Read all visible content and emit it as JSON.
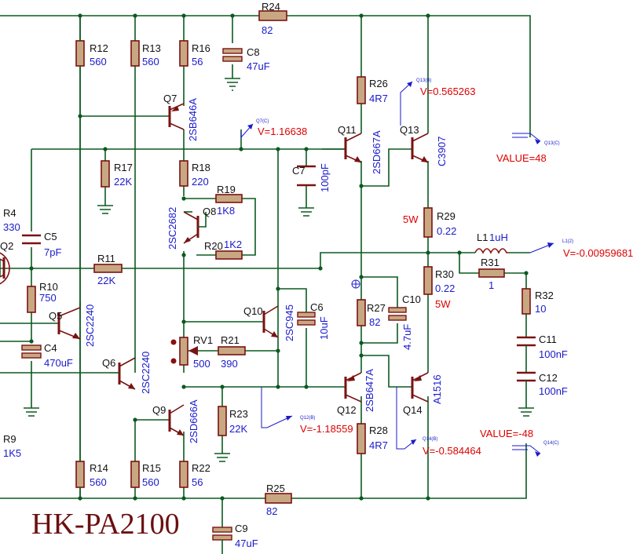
{
  "title": "HK-PA2100",
  "labels": {
    "r24": "R24",
    "r24_val": "82",
    "r12": "R12",
    "r12_val": "560",
    "r13": "R13",
    "r13_val": "560",
    "r16": "R16",
    "r16_val": "56",
    "c8": "C8",
    "c8_val": "47uF",
    "q7": "Q7",
    "q7_part": "2SB646A",
    "r26": "R26",
    "r26_val": "4R7",
    "r17": "R17",
    "r17_val": "22K",
    "r18": "R18",
    "r18_val": "220",
    "r19": "R19",
    "r19_val": "1K8",
    "q8": "Q8",
    "q8_part": "2SC2682",
    "r20": "R20",
    "r20_val": "1K2",
    "c7": "C7",
    "c7_val": "100pF",
    "q11": "Q11",
    "q11_part": "2SD667A",
    "q13": "Q13",
    "q13_part": "C3907",
    "r29": "R29",
    "r29_val": "0.22",
    "r29_power": "5W",
    "r4": "R4",
    "r4_val": "330",
    "c5": "C5",
    "c5_val": "7pF",
    "q2": "Q2",
    "r11": "R11",
    "r11_val": "22K",
    "l1": "L1",
    "l1_val": "1uH",
    "r31": "R31",
    "r31_val": "1",
    "r30": "R30",
    "r30_val": "0.22",
    "r30_power": "5W",
    "r32": "R32",
    "r32_val": "10",
    "r10": "R10",
    "r10_val": "750",
    "q5": "Q5",
    "q5_part": "2SC2240",
    "q10": "Q10",
    "q10_part": "2SC945",
    "c6": "C6",
    "c6_val": "10uF",
    "r27": "R27",
    "r27_val": "82",
    "c10": "C10",
    "c10_val": "4.7uF",
    "c4": "C4",
    "c4_val": "470uF",
    "rv1": "RV1",
    "rv1_val": "500",
    "r21": "R21",
    "r21_val": "390",
    "q6": "Q6",
    "q6_part": "2SC2240",
    "c11": "C11",
    "c11_val": "100nF",
    "c12": "C12",
    "c12_val": "100nF",
    "q12": "Q12",
    "q12_part": "2SB647A",
    "q14": "Q14",
    "q14_part": "A1516",
    "q9": "Q9",
    "q9_part": "2SD666A",
    "r23": "R23",
    "r23_val": "22K",
    "r28": "R28",
    "r28_val": "4R7",
    "r9": "R9",
    "r9_val": "1K5",
    "r14": "R14",
    "r14_val": "560",
    "r15": "R15",
    "r15_val": "560",
    "r22": "R22",
    "r22_val": "56",
    "r25": "R25",
    "r25_val": "82",
    "c9": "C9",
    "c9_val": "47uF"
  },
  "probes": {
    "q7c_tag": "Q7(C)",
    "q7c_val": "V=1.16638",
    "q13b_tag": "Q13(B)",
    "q13b_val": "V=0.565263",
    "q13c_tag": "Q13(C)",
    "q13c_val": "VALUE=48",
    "l1_tag": "L1(2)",
    "l1_val": "V=-0.00959681",
    "q12b_tag": "Q12(B)",
    "q12b_val": "V=-1.18559",
    "q14b_tag": "Q14(B)",
    "q14b_val": "V=-0.584464",
    "q14c_tag": "Q14(C)",
    "q14c_val": "VALUE=-48"
  },
  "colors": {
    "wire": "#0b5a20",
    "component": "#7a1212",
    "resistor_body": "#c8a882",
    "label_name": "#111111",
    "label_value": "#1a1acc",
    "probe_reading": "#dd0000",
    "title": "#6b0f0f"
  }
}
